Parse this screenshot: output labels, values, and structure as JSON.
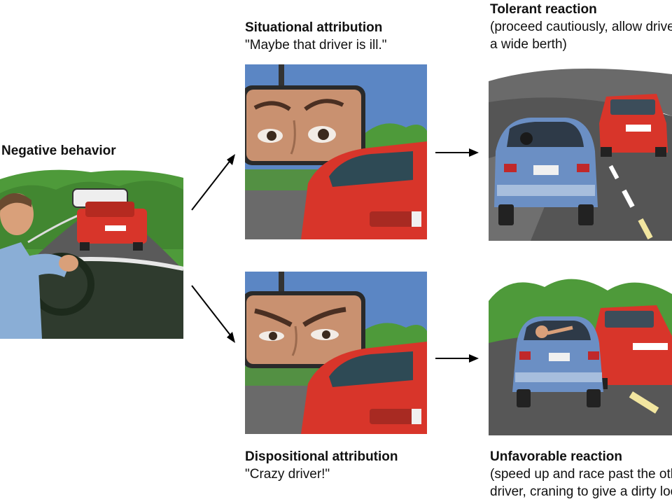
{
  "labels": {
    "negative_behavior": "Negative behavior",
    "situational_title": "Situational attribution",
    "situational_quote": "\"Maybe that driver is ill.\"",
    "dispositional_title": "Dispositional attribution",
    "dispositional_quote": "\"Crazy driver!\"",
    "tolerant_title": "Tolerant reaction",
    "tolerant_line1": "(proceed cautiously, allow driver",
    "tolerant_line2": "a wide berth)",
    "unfavorable_title": "Unfavorable reaction",
    "unfavorable_line1": "(speed up and race past the other",
    "unfavorable_line2": "driver, craning to give a dirty look)"
  },
  "colors": {
    "sky": "#5b86c4",
    "foliage": "#4e9a3a",
    "road": "#5a5a5a",
    "red_car": "#d8352a",
    "blue_car": "#6b8fc4",
    "skin": "#d9a07a",
    "arrow": "#000000"
  }
}
